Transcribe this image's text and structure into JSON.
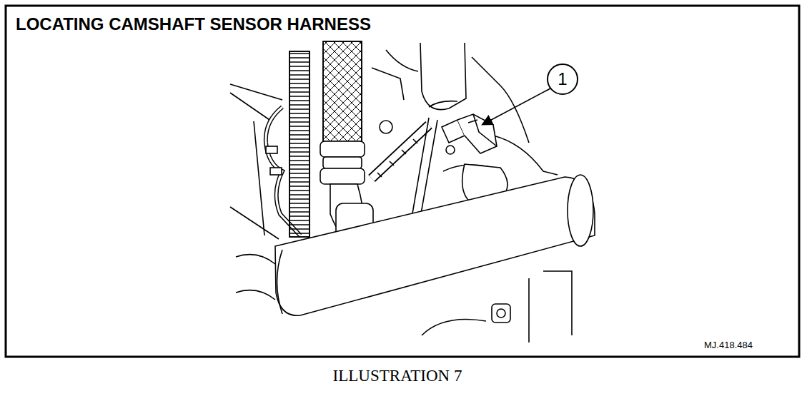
{
  "diagram": {
    "title": "LOCATING CAMSHAFT SENSOR HARNESS",
    "caption": "ILLUSTRATION 7",
    "labels": [
      "1",
      "MJ.418.484"
    ]
  }
}
